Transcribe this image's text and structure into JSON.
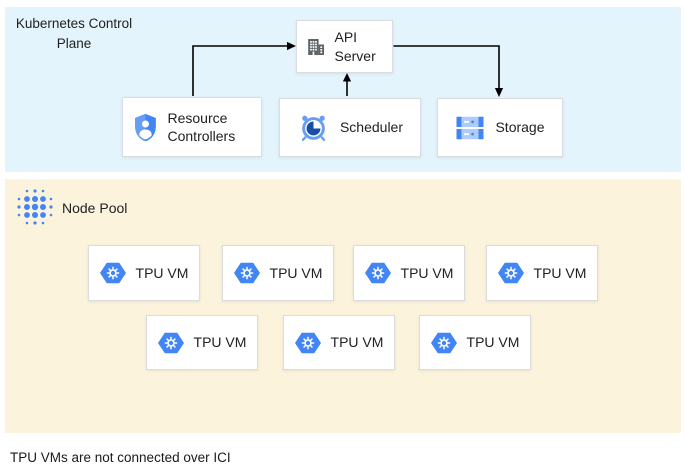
{
  "control_plane": {
    "label": "Kubernetes Control Plane",
    "nodes": {
      "api_server": {
        "label": "API Server",
        "icon": "building-icon"
      },
      "resource_controllers": {
        "label": "Resource Controllers",
        "icon": "shield-user-icon"
      },
      "scheduler": {
        "label": "Scheduler",
        "icon": "alarm-clock-icon"
      },
      "storage": {
        "label": "Storage",
        "icon": "disk-stack-icon"
      }
    },
    "connections": [
      {
        "from": "resource_controllers",
        "to": "api_server"
      },
      {
        "from": "scheduler",
        "to": "api_server"
      },
      {
        "from": "api_server",
        "to": "storage"
      }
    ]
  },
  "node_pool": {
    "label": "Node Pool",
    "icon": "dot-cluster-icon",
    "vm_icon": "gke-hexagon-icon",
    "vms": [
      "TPU VM",
      "TPU VM",
      "TPU VM",
      "TPU VM",
      "TPU VM",
      "TPU VM",
      "TPU VM"
    ]
  },
  "caption": "TPU VMs are not connected over ICI",
  "colors": {
    "control-plane-bg": "#E3F4FC",
    "node-pool-bg": "#FCF3DC",
    "box-border": "#DADCE0",
    "google-blue": "#4285F4",
    "google-blue-light": "#669DF6",
    "google-blue-pale": "#AECBFA",
    "google-blue-dark": "#174EA6",
    "icon-gray": "#5F6368",
    "text": "#202124",
    "arrow": "#000000"
  }
}
